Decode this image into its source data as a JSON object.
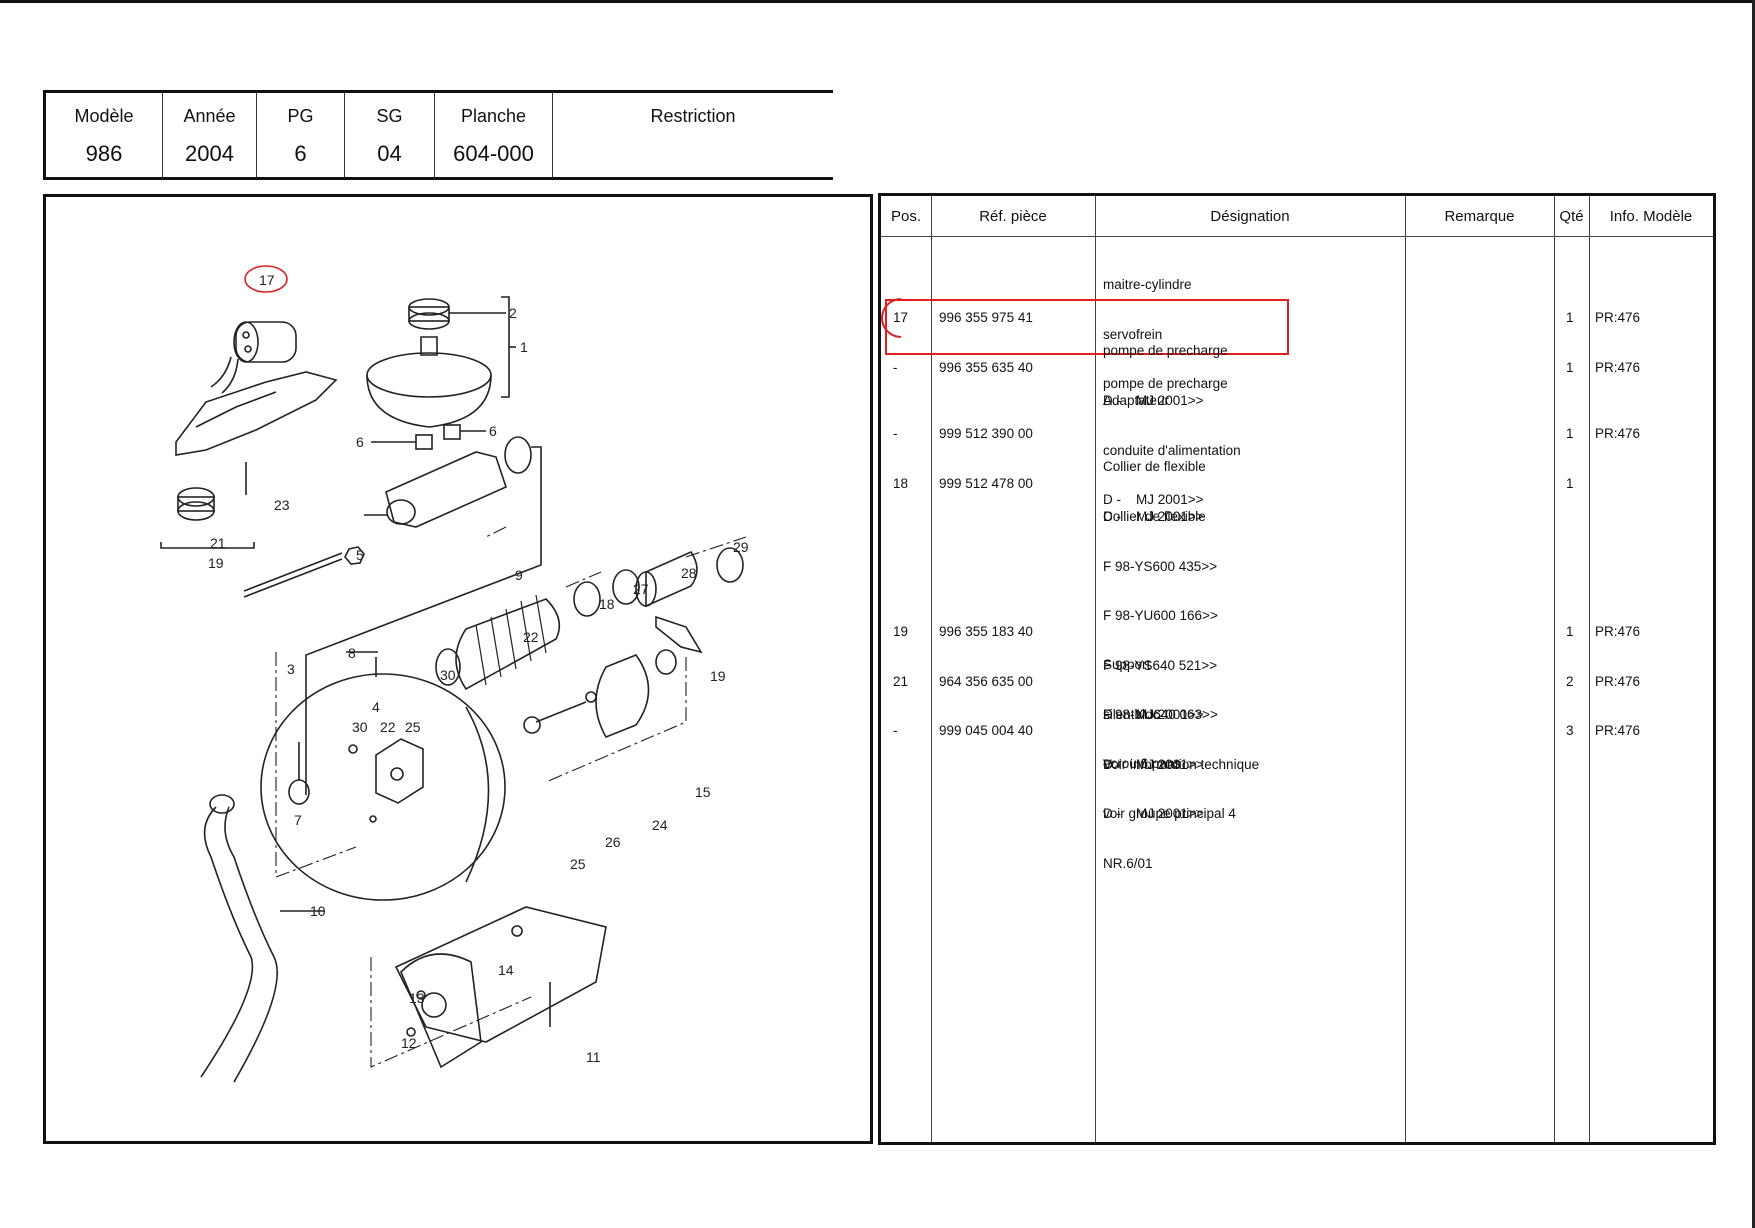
{
  "header": {
    "columns": [
      {
        "label": "Modèle",
        "value": "986"
      },
      {
        "label": "Année",
        "value": "2004"
      },
      {
        "label": "PG",
        "value": "6"
      },
      {
        "label": "SG",
        "value": "04"
      },
      {
        "label": "Planche",
        "value": "604-000"
      },
      {
        "label": "Restriction",
        "value": ""
      }
    ]
  },
  "table": {
    "headers": {
      "pos": "Pos.",
      "ref": "Réf. pièce",
      "designation": "Désignation",
      "remarque": "Remarque",
      "qte": "Qté",
      "info": "Info. Modèle"
    },
    "intro": [
      "maitre-cylindre",
      "servofrein",
      "pompe de precharge"
    ],
    "rows": [
      {
        "pos": "17",
        "ref": "996 355 975 41",
        "designation": [
          "pompe de precharge",
          "D -    MJ 2001>>"
        ],
        "qte": "1",
        "info": "PR:476"
      },
      {
        "pos": "-",
        "ref": "996 355 635 40",
        "designation": [
          "Adaptateur",
          "conduite d'alimentation",
          "D -    MJ 2001>>"
        ],
        "qte": "1",
        "info": "PR:476"
      },
      {
        "pos": "-",
        "ref": "999 512 390 00",
        "designation": [
          "Collier de flexible",
          "D -    MJ 2001>>"
        ],
        "qte": "1",
        "info": "PR:476"
      },
      {
        "pos": "18",
        "ref": "999 512 478 00",
        "designation": [
          "Collier de flexible",
          "F 98-YS600 435>>",
          "F 98-YU600 166>>",
          "F 98-YS640 521>>",
          "F 98-YU640 063>>",
          "Voir information technique",
          "voir groupe principal 4",
          "NR.6/01"
        ],
        "qte": "1",
        "info": ""
      },
      {
        "pos": "19",
        "ref": "996 355 183 40",
        "designation": [
          "Support",
          "D -    MJ 2001>>"
        ],
        "qte": "1",
        "info": "PR:476"
      },
      {
        "pos": "21",
        "ref": "964 356 635 00",
        "designation": [
          "silentbloc",
          "D -    MJ 2001>>"
        ],
        "qte": "2",
        "info": "PR:476"
      },
      {
        "pos": "-",
        "ref": "999 045 004 40",
        "designation": [
          "ecrou 6 pans",
          "D -    MJ 2001>>"
        ],
        "qte": "3",
        "info": "PR:476"
      }
    ]
  },
  "diagram": {
    "callouts": [
      "17",
      "2",
      "1",
      "6",
      "6",
      "23",
      "21",
      "19",
      "5",
      "9",
      "29",
      "28",
      "27",
      "18",
      "22",
      "3",
      "8",
      "30",
      "19",
      "4",
      "30",
      "22",
      "25",
      "7",
      "24",
      "15",
      "26",
      "25",
      "10",
      "14",
      "13",
      "12",
      "11"
    ]
  },
  "colors": {
    "highlight": "#e02020",
    "ink": "#111111"
  }
}
